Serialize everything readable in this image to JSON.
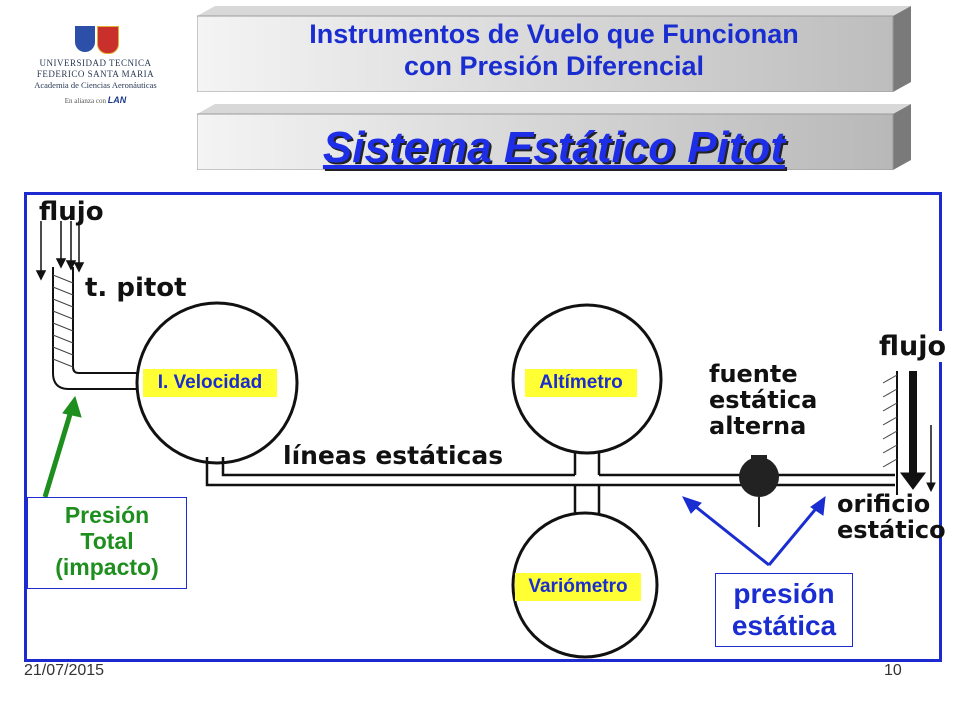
{
  "logo": {
    "line1": "UNIVERSIDAD TECNICA",
    "line2": "FEDERICO SANTA MARIA",
    "line3": "Academia de Ciencias Aeronáuticas",
    "line4_prefix": "En alianza con",
    "line4_brand": "LAN"
  },
  "header": {
    "title_line1": "Instrumentos de Vuelo que Funcionan",
    "title_line2": "con Presión Diferencial",
    "subtitle": "Sistema Estático Pitot"
  },
  "diagram": {
    "labels": {
      "flujo_left": "flujo",
      "tpitot": "t. pitot",
      "lineas_estaticas": "líneas estáticas",
      "fuente": "fuente",
      "estatica": "estática",
      "alterna": "alterna",
      "orificio": "orificio",
      "estatico": "estático",
      "flujo_right": "flujo"
    },
    "instruments": {
      "velocidad": "I. Velocidad",
      "altimetro": "Altímetro",
      "variometro": "Variómetro"
    },
    "presion_total": {
      "line1": "Presión",
      "line2": "Total",
      "line3": "(impacto)"
    },
    "presion_estatica": {
      "line1": "presión",
      "line2": "estática"
    }
  },
  "footer": {
    "date": "21/07/2015",
    "page": "10"
  },
  "colors": {
    "title_blue": "#1a2dd0",
    "panel_border": "#1d2ad0",
    "highlight_yellow": "#ffff33",
    "total_green": "#1e8f1e",
    "arrow_blue": "#1a2dd0"
  }
}
